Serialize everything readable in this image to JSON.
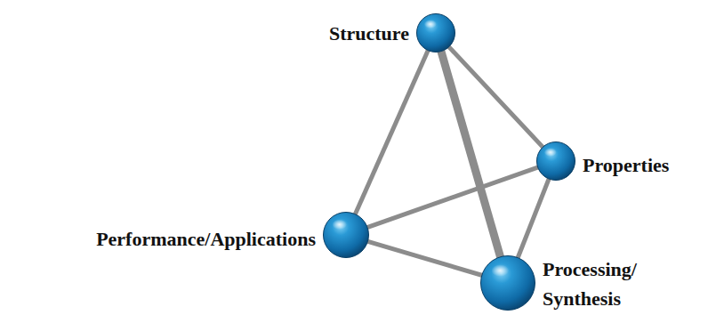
{
  "diagram": {
    "nodes": [
      {
        "text": [
          "Structure"
        ]
      },
      {
        "text": [
          "Properties"
        ]
      },
      {
        "text": [
          "Performance/Applications"
        ]
      },
      {
        "text": [
          "Processing/ Synthesis"
        ]
      }
    ],
    "edges": [
      {
        "from": 0,
        "to": 1,
        "arrow": "none"
      },
      {
        "from": 0,
        "to": 2,
        "arrow": "none"
      },
      {
        "from": 0,
        "to": 3,
        "arrow": "none"
      },
      {
        "from": 1,
        "to": 2,
        "arrow": "none"
      },
      {
        "from": 1,
        "to": 3,
        "arrow": "none"
      },
      {
        "from": 2,
        "to": 3,
        "arrow": "none"
      }
    ]
  }
}
